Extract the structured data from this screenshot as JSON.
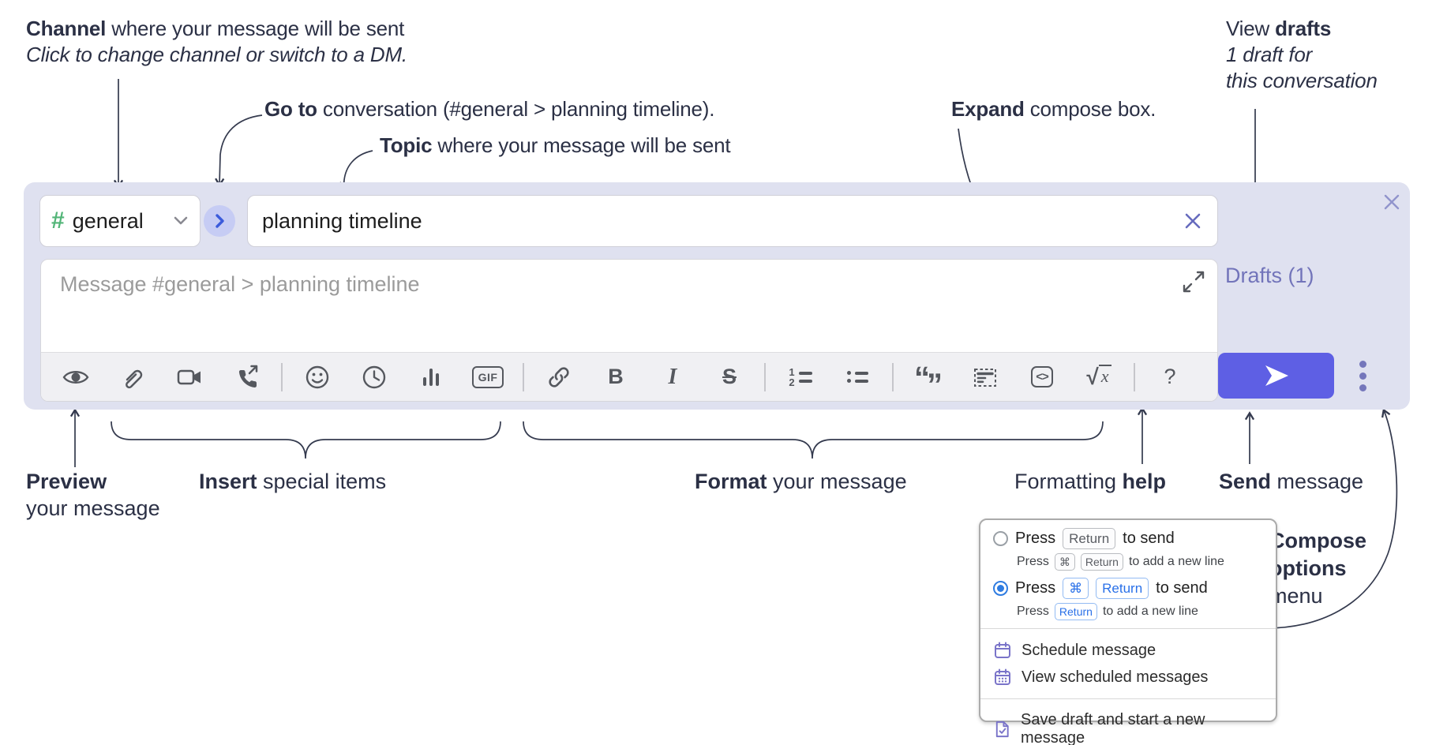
{
  "annotations": {
    "channel": {
      "bold": "Channel",
      "rest": " where your message will be sent",
      "line2": "Click to change channel or switch to a DM."
    },
    "goto": {
      "bold": "Go to",
      "rest": " conversation (#general > planning timeline)."
    },
    "topic": {
      "bold": "Topic",
      "rest": " where your message will be sent"
    },
    "expand": {
      "bold": "Expand",
      "rest": " compose box."
    },
    "drafts": {
      "pre": "View ",
      "bold": "drafts",
      "line2": "1 draft for",
      "line3": "this conversation"
    },
    "preview": {
      "bold": "Preview",
      "line2": "your message"
    },
    "insert": {
      "bold": "Insert",
      "rest": " special items"
    },
    "format": {
      "bold": "Format",
      "rest": " your message"
    },
    "formatting_help": {
      "pre": "Formatting ",
      "bold": "help"
    },
    "send": {
      "bold": "Send",
      "rest": " message"
    },
    "compose_options": {
      "line1": "Compose",
      "line2": "options",
      "line3": "menu"
    }
  },
  "compose": {
    "channel_hash": "#",
    "channel_name": "general",
    "topic_value": "planning timeline",
    "message_placeholder": "Message #general > planning timeline",
    "drafts_link": "Drafts (1)"
  },
  "toolbar": {
    "gif": "GIF",
    "bold": "B",
    "italic": "I",
    "strike": "S",
    "list_1": "1",
    "list_2": "2",
    "quote_open": "“",
    "quote_close": "”",
    "code": "<>",
    "sqrt": "√",
    "math_x": "x",
    "help": "?"
  },
  "popup": {
    "option1": {
      "press": "Press",
      "key1": "Return",
      "suffix": "to send",
      "sub_press": "Press",
      "sub_key1": "⌘",
      "sub_key2": "Return",
      "sub_suffix": "to add a new line"
    },
    "option2": {
      "press": "Press",
      "key1": "⌘",
      "key2": "Return",
      "suffix": "to send",
      "sub_press": "Press",
      "sub_key1": "Return",
      "sub_suffix": "to add a new line"
    },
    "items": [
      {
        "label": "Schedule message"
      },
      {
        "label": "View scheduled messages"
      },
      {
        "label": "Save draft and start a new message"
      }
    ]
  },
  "colors": {
    "accent": "#5e5fe4",
    "compose_bg": "#dfe1f0",
    "link_purple": "#7274ba",
    "channel_green": "#53b578",
    "key_blue": "#2970e8",
    "annotation_ink": "#2b3045"
  }
}
